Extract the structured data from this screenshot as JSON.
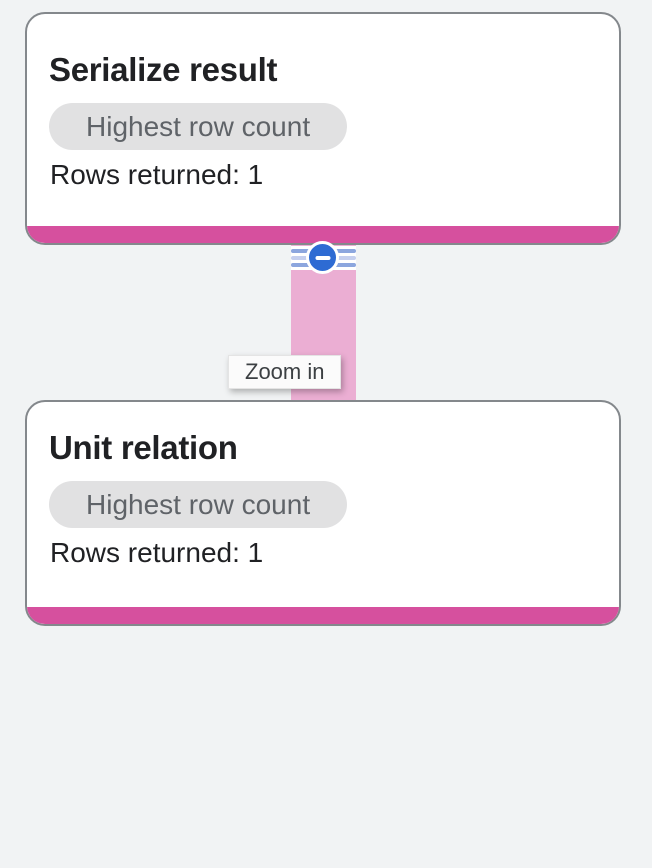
{
  "page": {
    "background_color": "#F1F3F4"
  },
  "graph": {
    "nodes": [
      {
        "title": "Serialize result",
        "badge": "Highest row count",
        "rows_label": "Rows returned: 1",
        "accent_color": "#D6509E"
      },
      {
        "title": "Unit relation",
        "badge": "Highest row count",
        "rows_label": "Rows returned: 1",
        "accent_color": "#D6509E"
      }
    ],
    "edge": {
      "color": "#EBAED3",
      "stripe_colors": [
        "#8CA6DE",
        "#C5CFEE",
        "#8CA6DE"
      ],
      "collapse_icon": "minus-in-circle-icon",
      "collapse_icon_color": "#2E6BD3"
    },
    "tooltip": {
      "label": "Zoom in"
    }
  }
}
